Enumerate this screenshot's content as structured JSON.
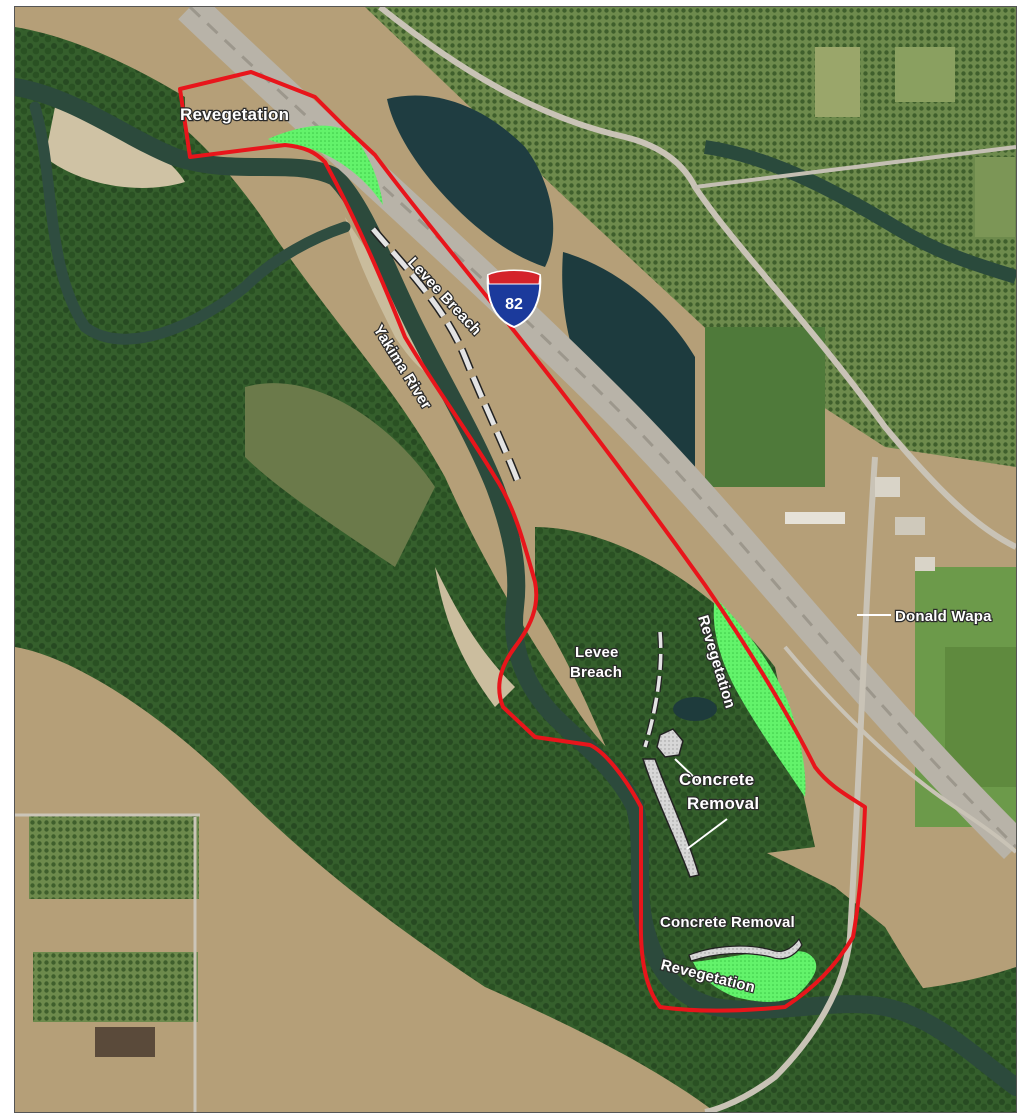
{
  "labels": {
    "revegetation_top": "Revegetation",
    "levee_breach_upper": "Levee Breach",
    "yakima_river": "Yakima River",
    "levee_breach_lower_line1": "Levee",
    "levee_breach_lower_line2": "Breach",
    "revegetation_right": "Revegetation",
    "concrete_removal_mid_line1": "Concrete",
    "concrete_removal_mid_line2": "Removal",
    "concrete_removal_bottom": "Concrete Removal",
    "revegetation_bottom": "Revegetation",
    "donald_wapa": "Donald Wapa"
  },
  "interstate_shield": {
    "number": "82"
  },
  "colors": {
    "project_boundary": "#e8151b",
    "revegetation": "#5ef266",
    "river": "#2c4a3c",
    "ponds": "#1e3d40",
    "forest": "#2f5a2a",
    "dry_land": "#b9a27a",
    "orchard": "#6f8a4e",
    "shield_blue": "#1b3a9c",
    "shield_red": "#d4232a"
  }
}
